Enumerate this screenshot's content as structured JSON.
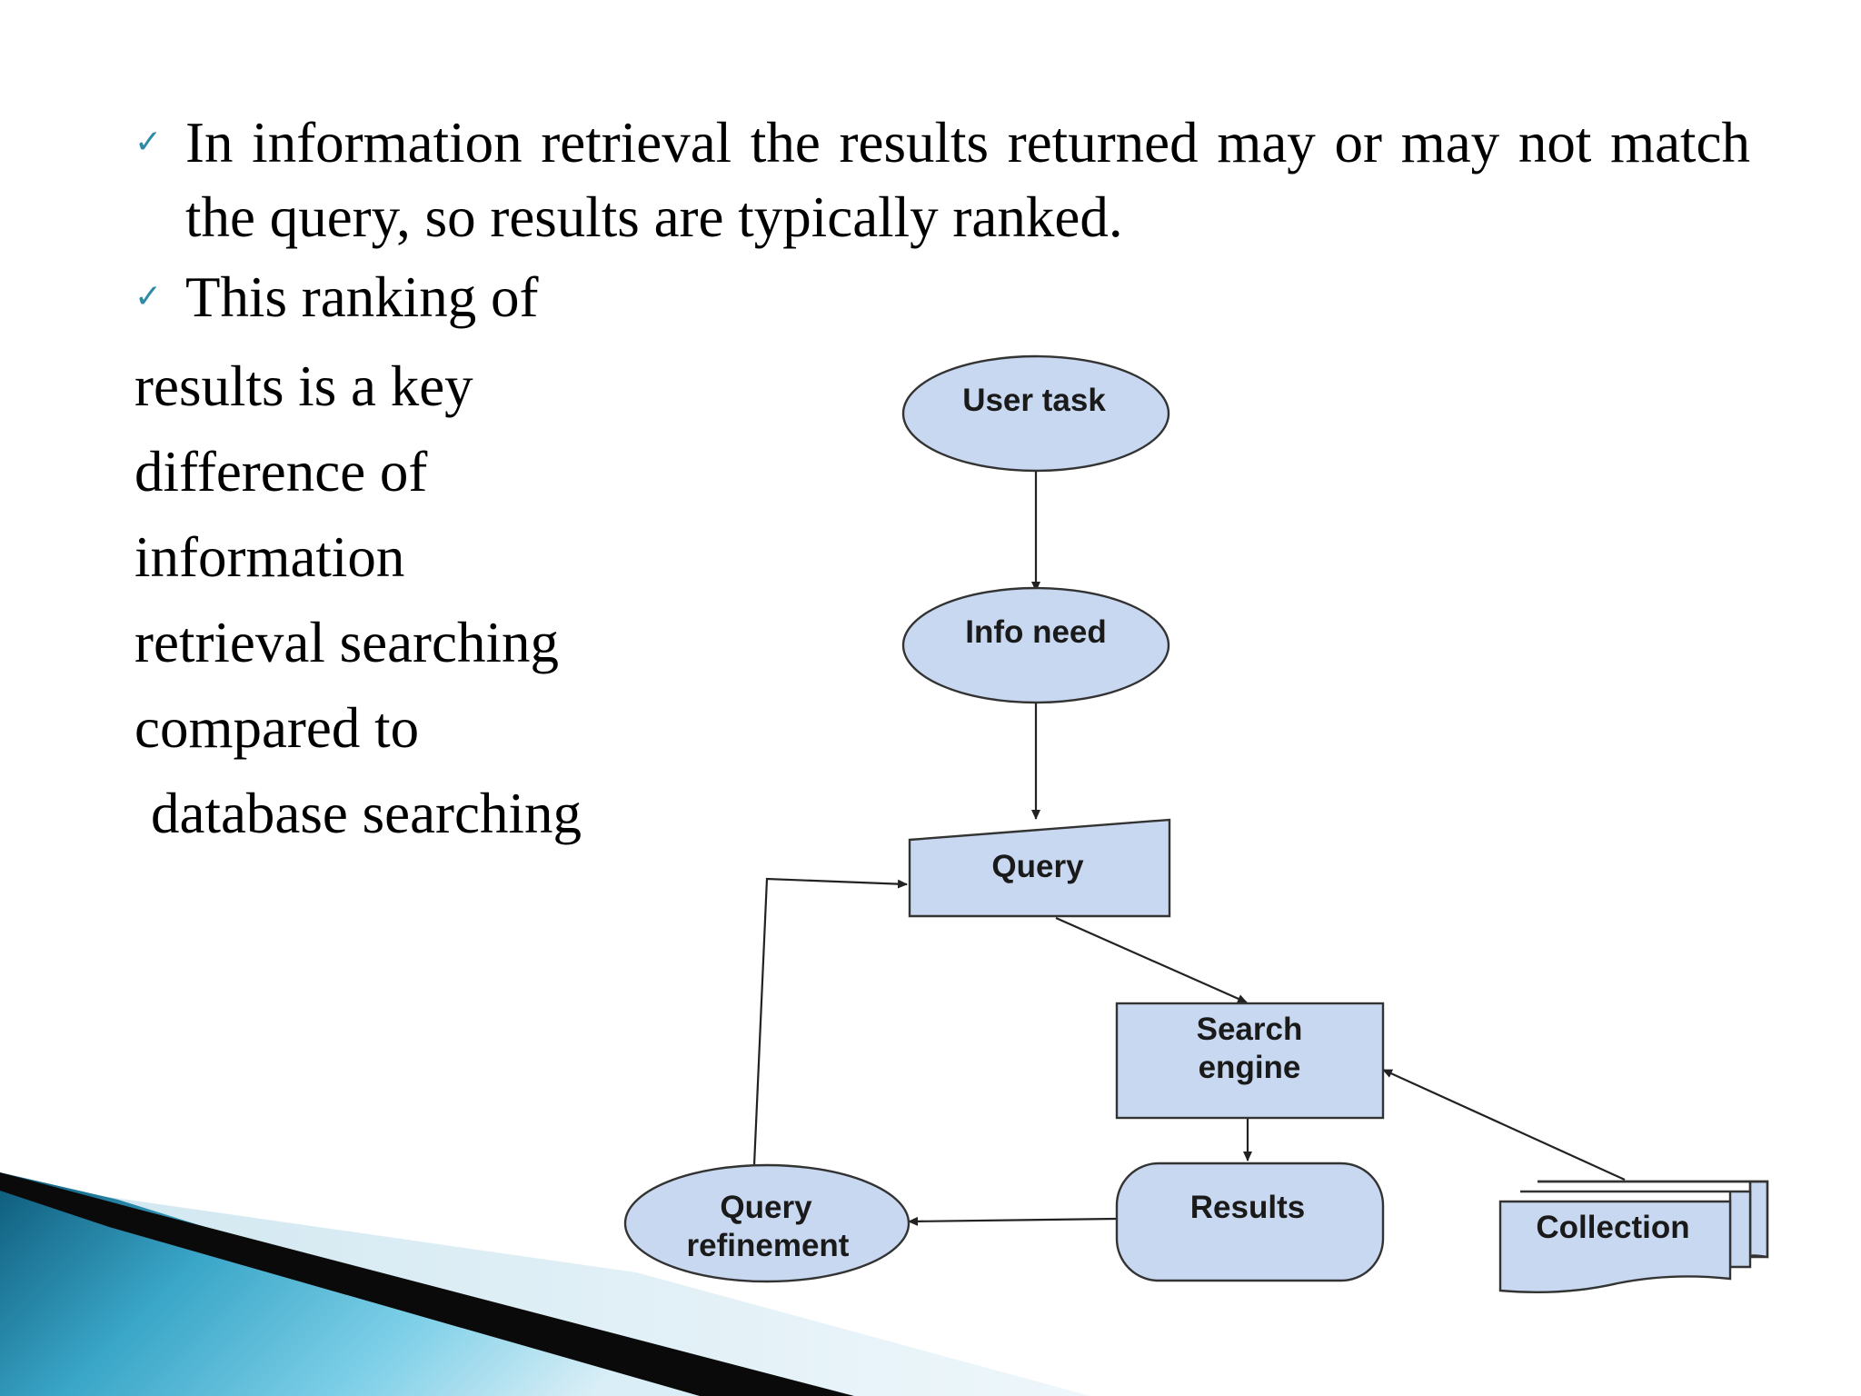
{
  "bullets": {
    "b1": "In information retrieval the results returned may or may not match the query, so results are typically ranked.",
    "b2_first": "This ranking of",
    "b2_lines": [
      "results is a  key",
      "difference of",
      "information",
      "retrieval searching",
      "compared to",
      "database searching"
    ],
    "check_glyph": "✓"
  },
  "diagram": {
    "nodes": {
      "user_task": "User task",
      "info_need": "Info need",
      "query": "Query",
      "search_engine_1": "Search",
      "search_engine_2": "engine",
      "results": "Results",
      "collection": "Collection",
      "query_refinement_1": "Query",
      "query_refinement_2": "refinement"
    }
  },
  "colors": {
    "node_fill": "#c8d8f0",
    "check": "#2f8aa6",
    "swoosh_dark": "#0d4a66",
    "swoosh_light": "#5fc0dd"
  }
}
